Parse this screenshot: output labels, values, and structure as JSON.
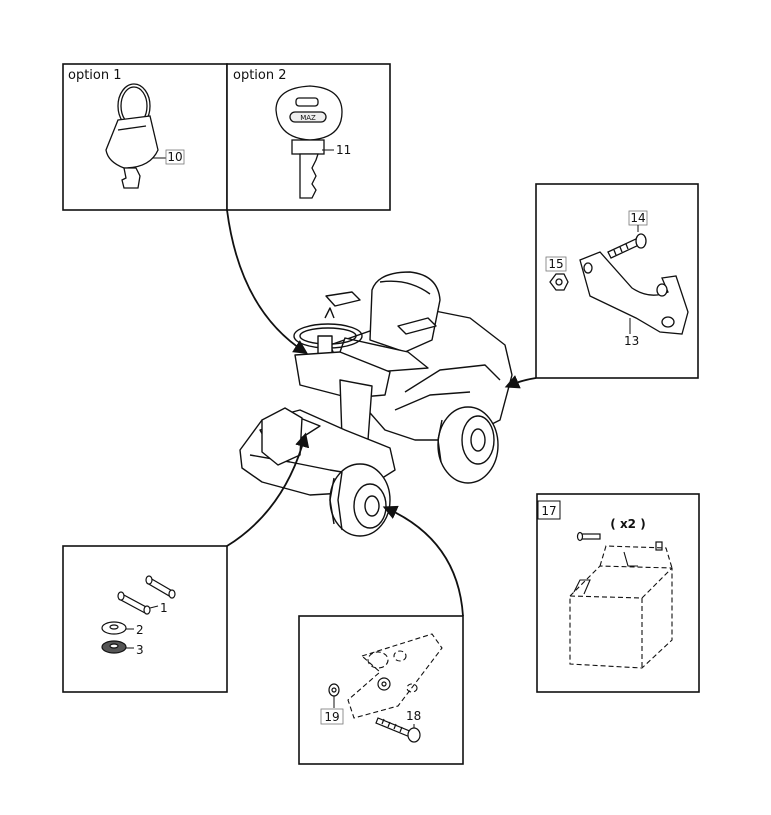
{
  "panels": {
    "option1": {
      "title": "option 1",
      "part": "10"
    },
    "option2": {
      "title": "option 2",
      "part": "11",
      "key_brand": "MAZ"
    },
    "bracket": {
      "parts": [
        "14",
        "15",
        "13"
      ]
    },
    "battery": {
      "part": "17",
      "qty": "( x2 )"
    },
    "pins": {
      "parts": [
        "1",
        "2",
        "3"
      ]
    },
    "wheel": {
      "parts": [
        "19",
        "18"
      ]
    }
  }
}
